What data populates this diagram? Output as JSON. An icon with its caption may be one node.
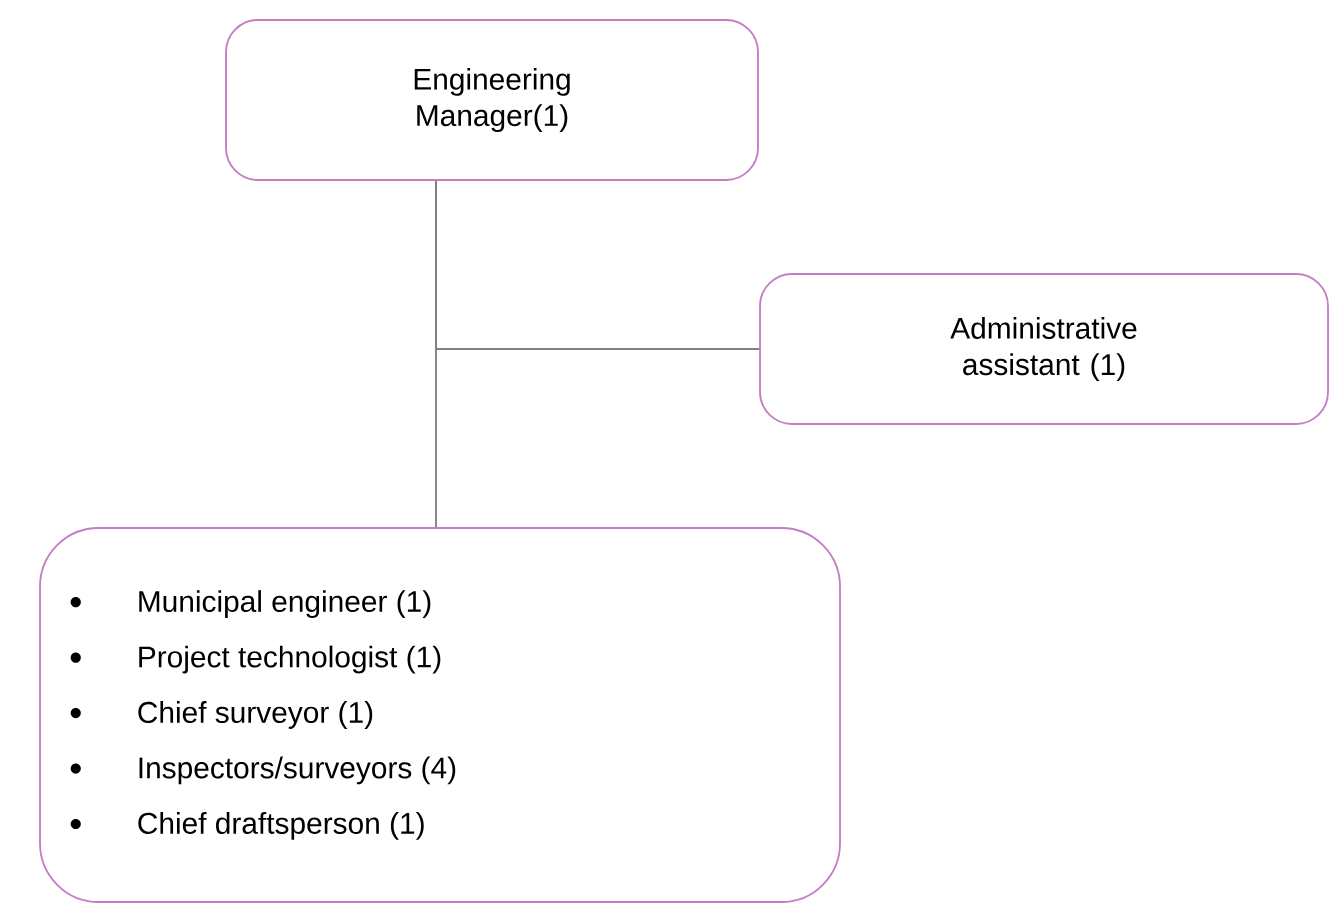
{
  "diagram": {
    "nodes": [
      {
        "text": [
          "Engineering Manager(1)"
        ]
      },
      {
        "text": [
          "Administrative assistant (1)"
        ]
      },
      {
        "text": [
          "Municipal engineer (1)",
          "Project technologist (1)",
          "Chief surveyor (1)",
          "Inspectors/surveyors (4)",
          "Chief draftsperson (1)"
        ]
      }
    ],
    "edges": [
      {
        "from": 0,
        "to": 1,
        "arrow": "none"
      },
      {
        "from": 0,
        "to": 2,
        "arrow": "none"
      }
    ]
  }
}
